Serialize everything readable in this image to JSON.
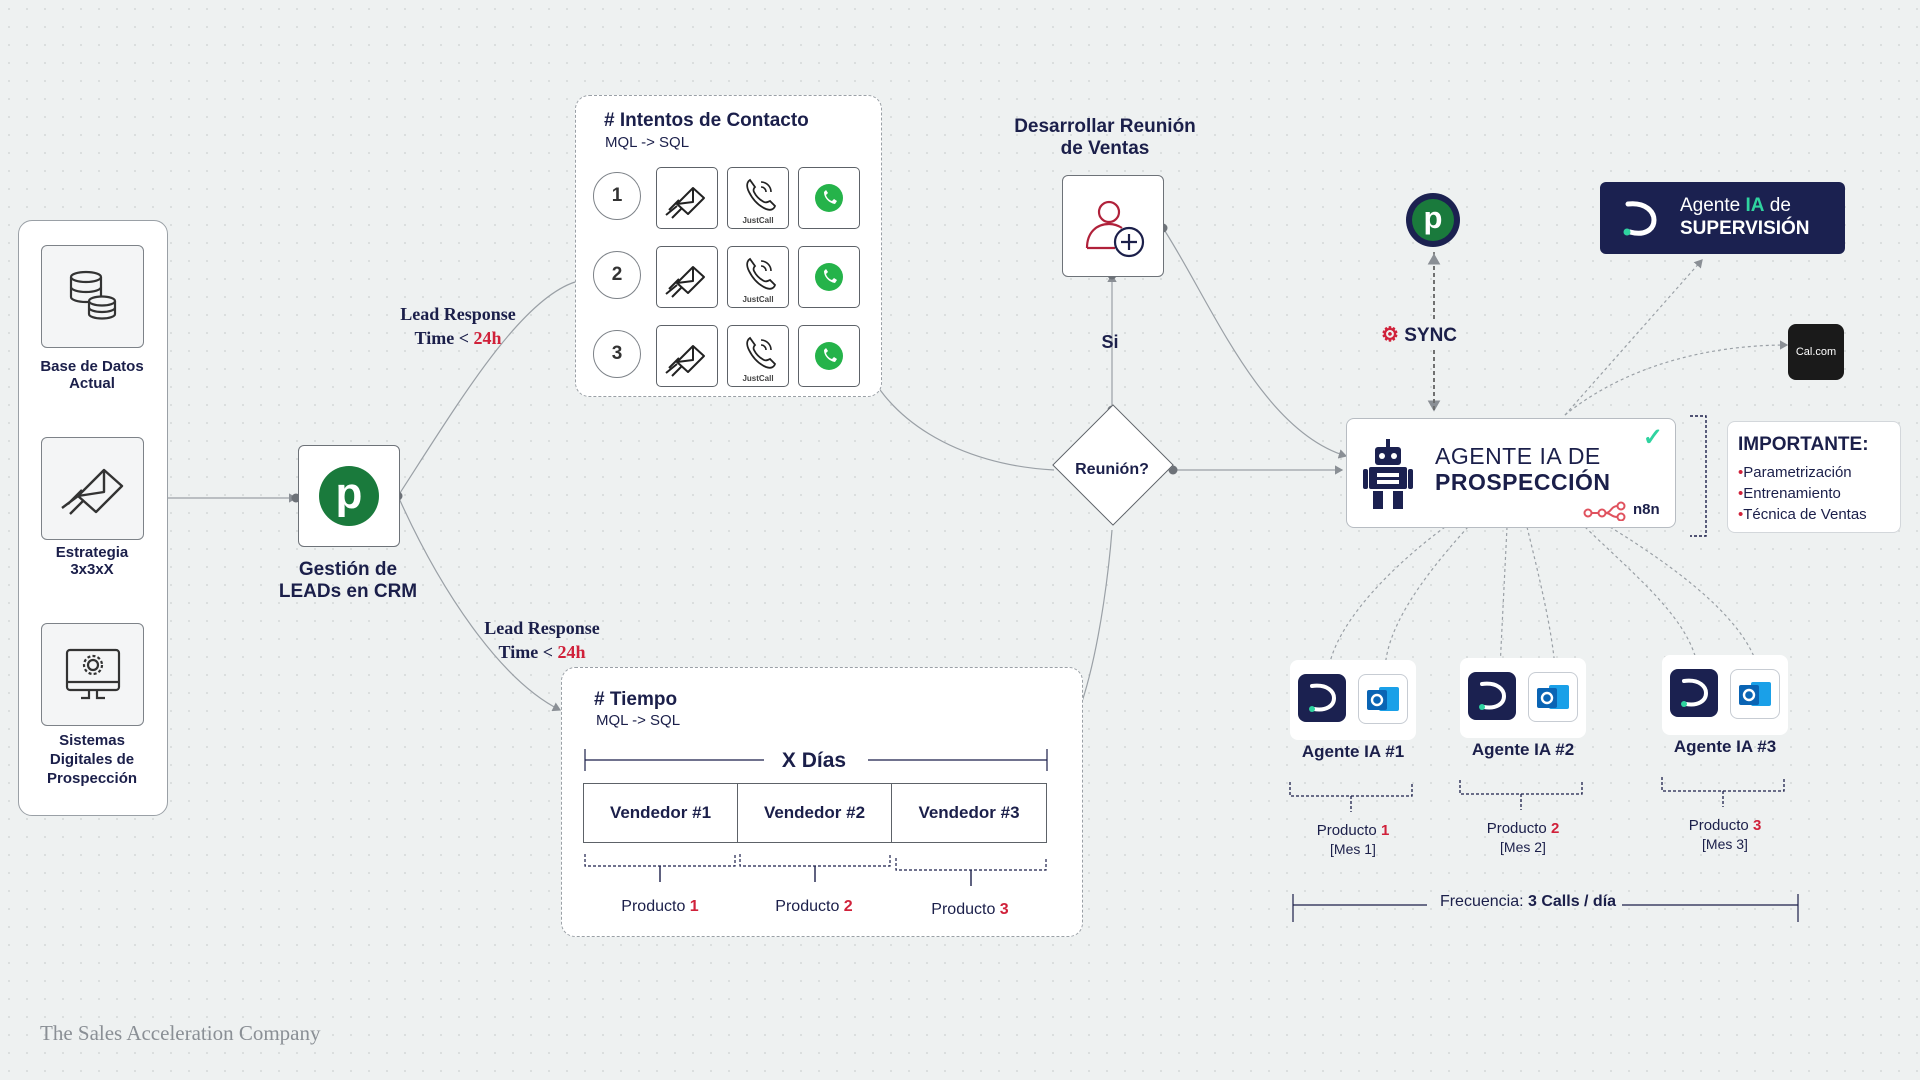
{
  "left_panel": {
    "items": [
      {
        "label": "Base de Datos\nActual",
        "icon": "database-icon"
      },
      {
        "label": "Estrategia\n3x3xX",
        "icon": "envelope-send-icon"
      },
      {
        "label": "Sistemas\nDigitales de\nProspección",
        "icon": "monitor-gear-icon"
      }
    ]
  },
  "crm": {
    "label": "Gestión de\nLEADs en CRM",
    "logo_letter": "p"
  },
  "lead_response_top": {
    "text": "Lead Response\nTime < ",
    "highlight": "24h"
  },
  "lead_response_bottom": {
    "text": "Lead Response\nTime < ",
    "highlight": "24h"
  },
  "contact_attempts": {
    "title": "# Intentos de Contacto",
    "subtitle": "MQL -> SQL",
    "rows": [
      "1",
      "2",
      "3"
    ],
    "justcall_label": "JustCall"
  },
  "time_box": {
    "title": "# Tiempo",
    "subtitle": "MQL -> SQL",
    "days_label": "X Días",
    "sellers": [
      "Vendedor #1",
      "Vendedor #2",
      "Vendedor #3"
    ],
    "products": [
      {
        "label": "Producto ",
        "num": "1"
      },
      {
        "label": "Producto ",
        "num": "2"
      },
      {
        "label": "Producto ",
        "num": "3"
      }
    ]
  },
  "meeting": {
    "title": "Desarrollar Reunión\nde Ventas",
    "yes_label": "Si",
    "decision": "Reunión?"
  },
  "sync": {
    "label": "SYNC",
    "logo_letter": "p"
  },
  "supervision": {
    "prefix": "Agente ",
    "ia": "IA",
    "suffix": " de",
    "line2": "SUPERVISIÓN"
  },
  "calcom": {
    "label": "Cal.com"
  },
  "prospection": {
    "line1": "AGENTE IA DE",
    "line2": "PROSPECCIÓN",
    "n8n": "n8n"
  },
  "important": {
    "title": "IMPORTANTE:",
    "items": [
      "Parametrización",
      "Entrenamiento",
      "Técnica de Ventas"
    ]
  },
  "agents": [
    {
      "name": "Agente IA #1",
      "product": "Producto ",
      "num": "1",
      "month": "[Mes 1]"
    },
    {
      "name": "Agente IA #2",
      "product": "Producto ",
      "num": "2",
      "month": "[Mes 2]"
    },
    {
      "name": "Agente IA #3",
      "product": "Producto ",
      "num": "3",
      "month": "[Mes 3]"
    }
  ],
  "frequency": {
    "prefix": "Frecuencia: ",
    "value": "3 Calls / día"
  },
  "footer": {
    "text": "The Sales Acceleration Company"
  },
  "colors": {
    "navy": "#1b1f4a",
    "red": "#d0213a",
    "pipedrive_green": "#1a7a3c",
    "whatsapp": "#25b34a",
    "teal": "#2fd3a0"
  }
}
